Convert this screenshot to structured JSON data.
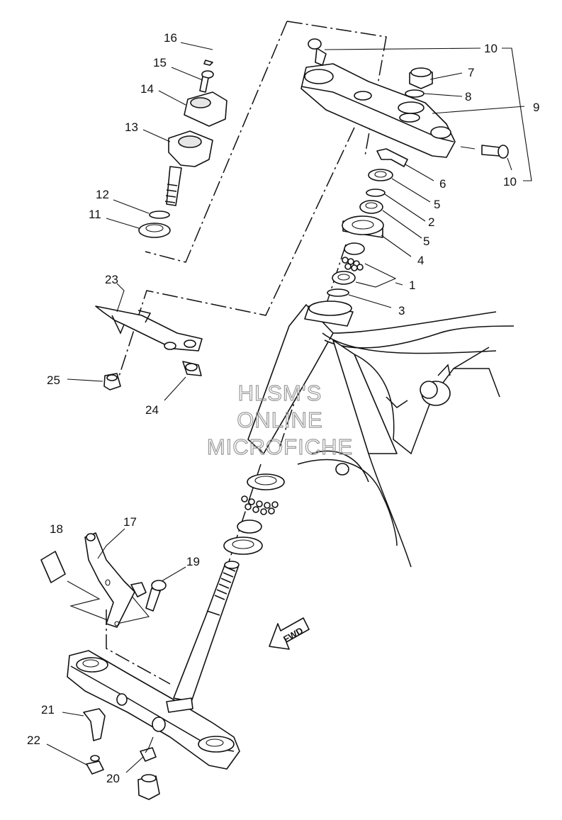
{
  "diagram": {
    "callouts": [
      {
        "id": "c1",
        "text": "1"
      },
      {
        "id": "c2",
        "text": "2"
      },
      {
        "id": "c3",
        "text": "3"
      },
      {
        "id": "c4",
        "text": "4"
      },
      {
        "id": "c5a",
        "text": "5"
      },
      {
        "id": "c5b",
        "text": "5"
      },
      {
        "id": "c6",
        "text": "6"
      },
      {
        "id": "c7",
        "text": "7"
      },
      {
        "id": "c8",
        "text": "8"
      },
      {
        "id": "c9",
        "text": "9"
      },
      {
        "id": "c10a",
        "text": "10"
      },
      {
        "id": "c10b",
        "text": "10"
      },
      {
        "id": "c11",
        "text": "11"
      },
      {
        "id": "c12",
        "text": "12"
      },
      {
        "id": "c13",
        "text": "13"
      },
      {
        "id": "c14",
        "text": "14"
      },
      {
        "id": "c15",
        "text": "15"
      },
      {
        "id": "c16",
        "text": "16"
      },
      {
        "id": "c17",
        "text": "17"
      },
      {
        "id": "c18",
        "text": "18"
      },
      {
        "id": "c19",
        "text": "19"
      },
      {
        "id": "c20",
        "text": "20"
      },
      {
        "id": "c21",
        "text": "21"
      },
      {
        "id": "c22",
        "text": "22"
      },
      {
        "id": "c23",
        "text": "23"
      },
      {
        "id": "c24",
        "text": "24"
      },
      {
        "id": "c25",
        "text": "25"
      }
    ],
    "watermark": [
      "HLSM'S",
      "ONLINE",
      "MICROFICHE"
    ],
    "fwd_label": "FWD"
  }
}
